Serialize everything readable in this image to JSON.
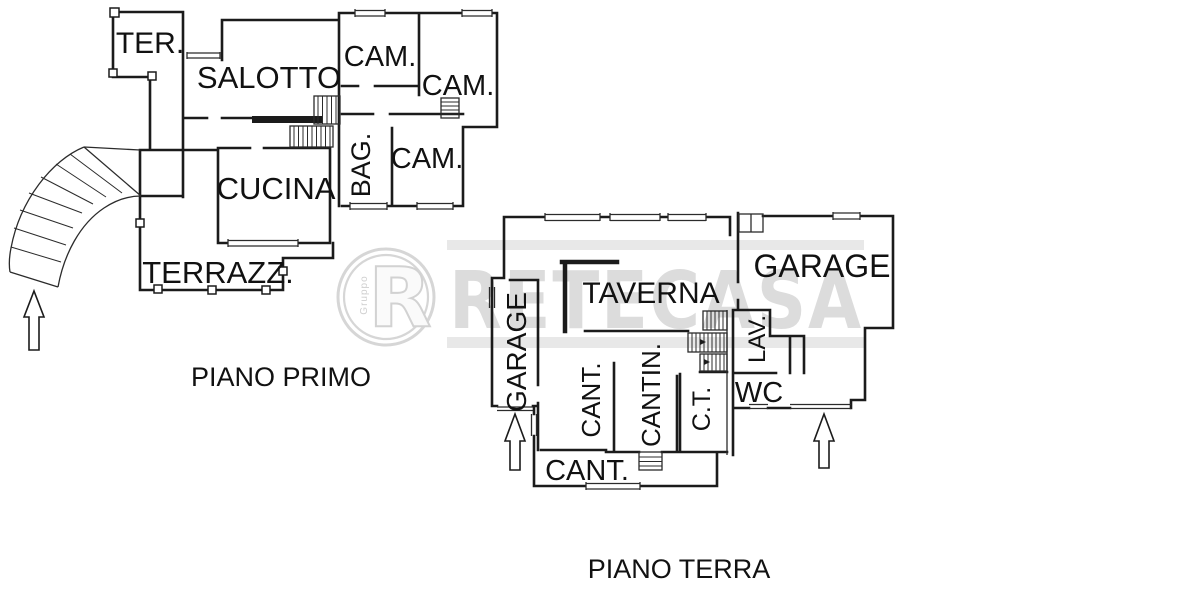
{
  "colors": {
    "background": "#ffffff",
    "wall": "#1b1b1b",
    "watermark_gray": "#dcdcdc",
    "watermark_stripe": "#e8e8e8"
  },
  "floors": {
    "first": {
      "title": "PIANO PRIMO",
      "rooms": {
        "ter": "TER.",
        "salotto": "SALOTTO",
        "cam1": "CAM.",
        "cam2": "CAM.",
        "cam3": "CAM.",
        "bag": "BAG.",
        "cucina": "CUCINA",
        "terrazza": "TERRAZZ."
      }
    },
    "ground": {
      "title": "PIANO TERRA",
      "rooms": {
        "garage_left": "GARAGE",
        "taverna": "TAVERNA",
        "garage_right": "GARAGE",
        "lav": "LAV.",
        "wc": "WC",
        "cant_left": "CANT.",
        "cantin": "CANTIN.",
        "ct": "C.T.",
        "cant_bottom": "CANT."
      }
    }
  },
  "watermark": {
    "brand": "RETECASA",
    "logo_letter": "R",
    "logo_subtext": "Gruppo"
  }
}
